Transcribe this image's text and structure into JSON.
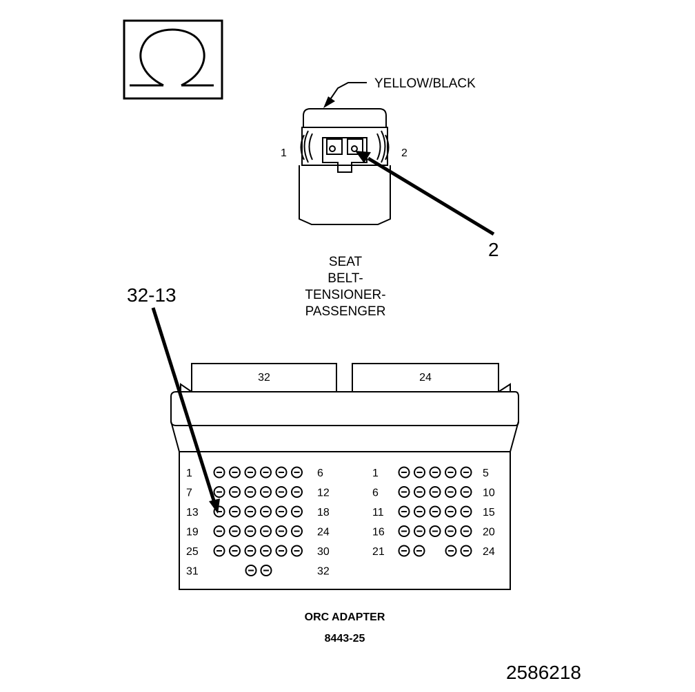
{
  "figure_number": "2586218",
  "symbol": {
    "name": "ohm-icon"
  },
  "tensioner": {
    "wire_color": "YELLOW/BLACK",
    "pin_left": "1",
    "pin_right": "2",
    "callout": "2",
    "title_lines": [
      "SEAT",
      "BELT-",
      "TENSIONER-",
      "PASSENGER"
    ]
  },
  "adapter": {
    "callout": "32-13",
    "title": "ORC ADAPTER",
    "part_number": "8443-25",
    "left_connector_label": "32",
    "right_connector_label": "24",
    "left_rows": [
      {
        "start": "1",
        "end": "6",
        "pins": 6
      },
      {
        "start": "7",
        "end": "12",
        "pins": 6
      },
      {
        "start": "13",
        "end": "18",
        "pins": 6
      },
      {
        "start": "19",
        "end": "24",
        "pins": 6
      },
      {
        "start": "25",
        "end": "30",
        "pins": 6
      },
      {
        "start": "31",
        "end": "32",
        "pins": 2
      }
    ],
    "right_rows": [
      {
        "start": "1",
        "end": "5",
        "pins": 5
      },
      {
        "start": "6",
        "end": "10",
        "pins": 5
      },
      {
        "start": "11",
        "end": "15",
        "pins": 5
      },
      {
        "start": "16",
        "end": "20",
        "pins": 5
      },
      {
        "start": "21",
        "end": "24",
        "pins": 4
      }
    ]
  }
}
